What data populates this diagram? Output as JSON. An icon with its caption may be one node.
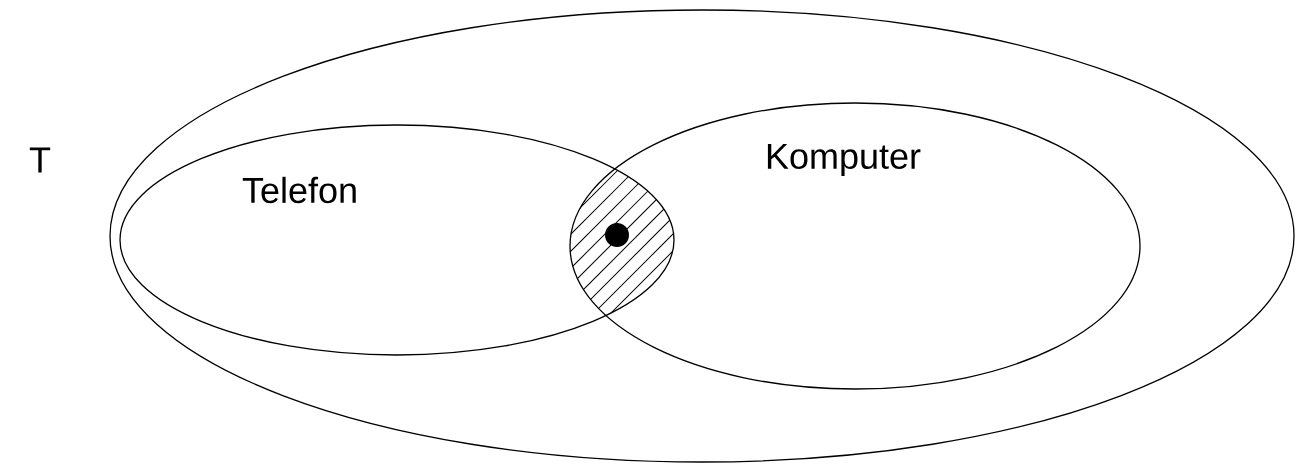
{
  "diagram": {
    "nodes": [
      {
        "text": [
          "T"
        ]
      },
      {
        "text": [
          "Telefon"
        ],
        "in": 0
      },
      {
        "text": [
          "Komputer"
        ],
        "in": 0
      }
    ]
  }
}
